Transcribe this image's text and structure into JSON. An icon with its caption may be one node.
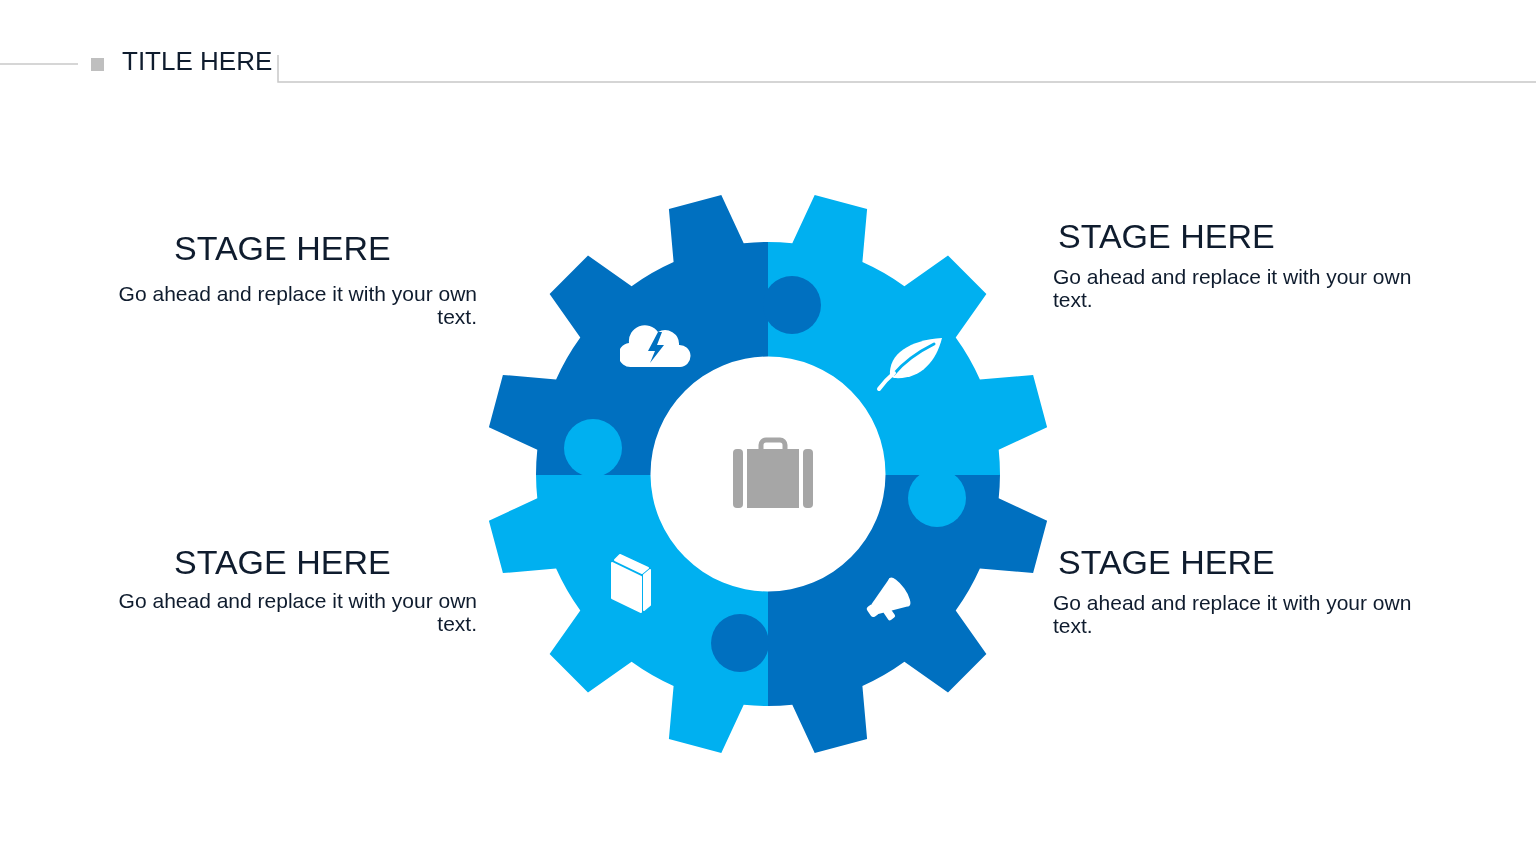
{
  "diagram": {
    "title": "TITLE HERE",
    "labels": [
      "STAGE HERE",
      "Go ahead and replace it with your own text.",
      "STAGE HERE",
      "Go ahead and replace it with your own text.",
      "STAGE HERE",
      "Go ahead and replace it with your own text.",
      "STAGE HERE",
      "Go ahead and replace it with your own text."
    ]
  }
}
